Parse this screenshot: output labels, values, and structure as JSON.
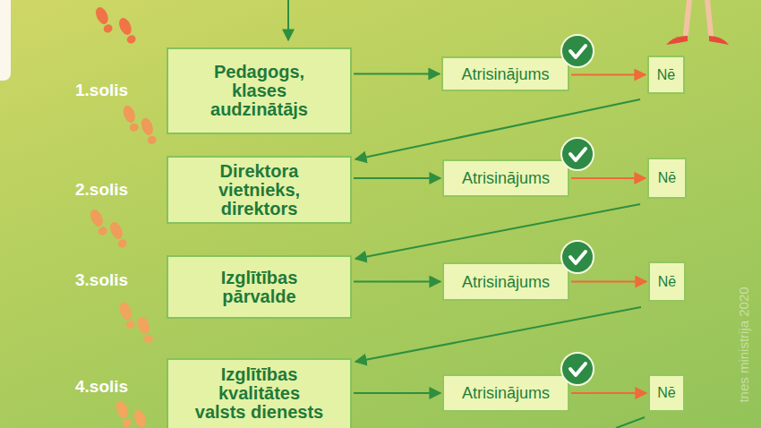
{
  "diagram": {
    "nodes": [
      {
        "text": [
          "Pedagogs, klases audzinātājs"
        ]
      },
      {
        "text": [
          "Atrisinājums"
        ]
      },
      {
        "text": [
          "Nē"
        ]
      },
      {
        "text": [
          "Direktora vietnieks, direktors"
        ]
      },
      {
        "text": [
          "Atrisinājums"
        ]
      },
      {
        "text": [
          "Nē"
        ]
      },
      {
        "text": [
          "Izglītības pārvalde"
        ]
      },
      {
        "text": [
          "Atrisinājums"
        ]
      },
      {
        "text": [
          "Nē"
        ]
      },
      {
        "text": [
          "Izglītības kvalitātes valsts dienests"
        ]
      },
      {
        "text": [
          "Atrisinājums"
        ]
      },
      {
        "text": [
          "Nē"
        ]
      }
    ],
    "edges": [
      {
        "from": 0,
        "to": 1,
        "arrow": "to"
      },
      {
        "from": 1,
        "to": 2,
        "arrow": "to"
      },
      {
        "from": 2,
        "to": 3,
        "arrow": "to"
      },
      {
        "from": 3,
        "to": 4,
        "arrow": "to"
      },
      {
        "from": 4,
        "to": 5,
        "arrow": "to"
      },
      {
        "from": 5,
        "to": 6,
        "arrow": "to"
      },
      {
        "from": 6,
        "to": 7,
        "arrow": "to"
      },
      {
        "from": 7,
        "to": 8,
        "arrow": "to"
      },
      {
        "from": 8,
        "to": 9,
        "arrow": "to"
      },
      {
        "from": 9,
        "to": 10,
        "arrow": "to"
      },
      {
        "from": 10,
        "to": 11,
        "arrow": "to"
      }
    ],
    "labels": [
      "1.solis",
      "2.solis",
      "3.solis",
      "4.solis",
      "tnes ministrija 2020"
    ]
  }
}
